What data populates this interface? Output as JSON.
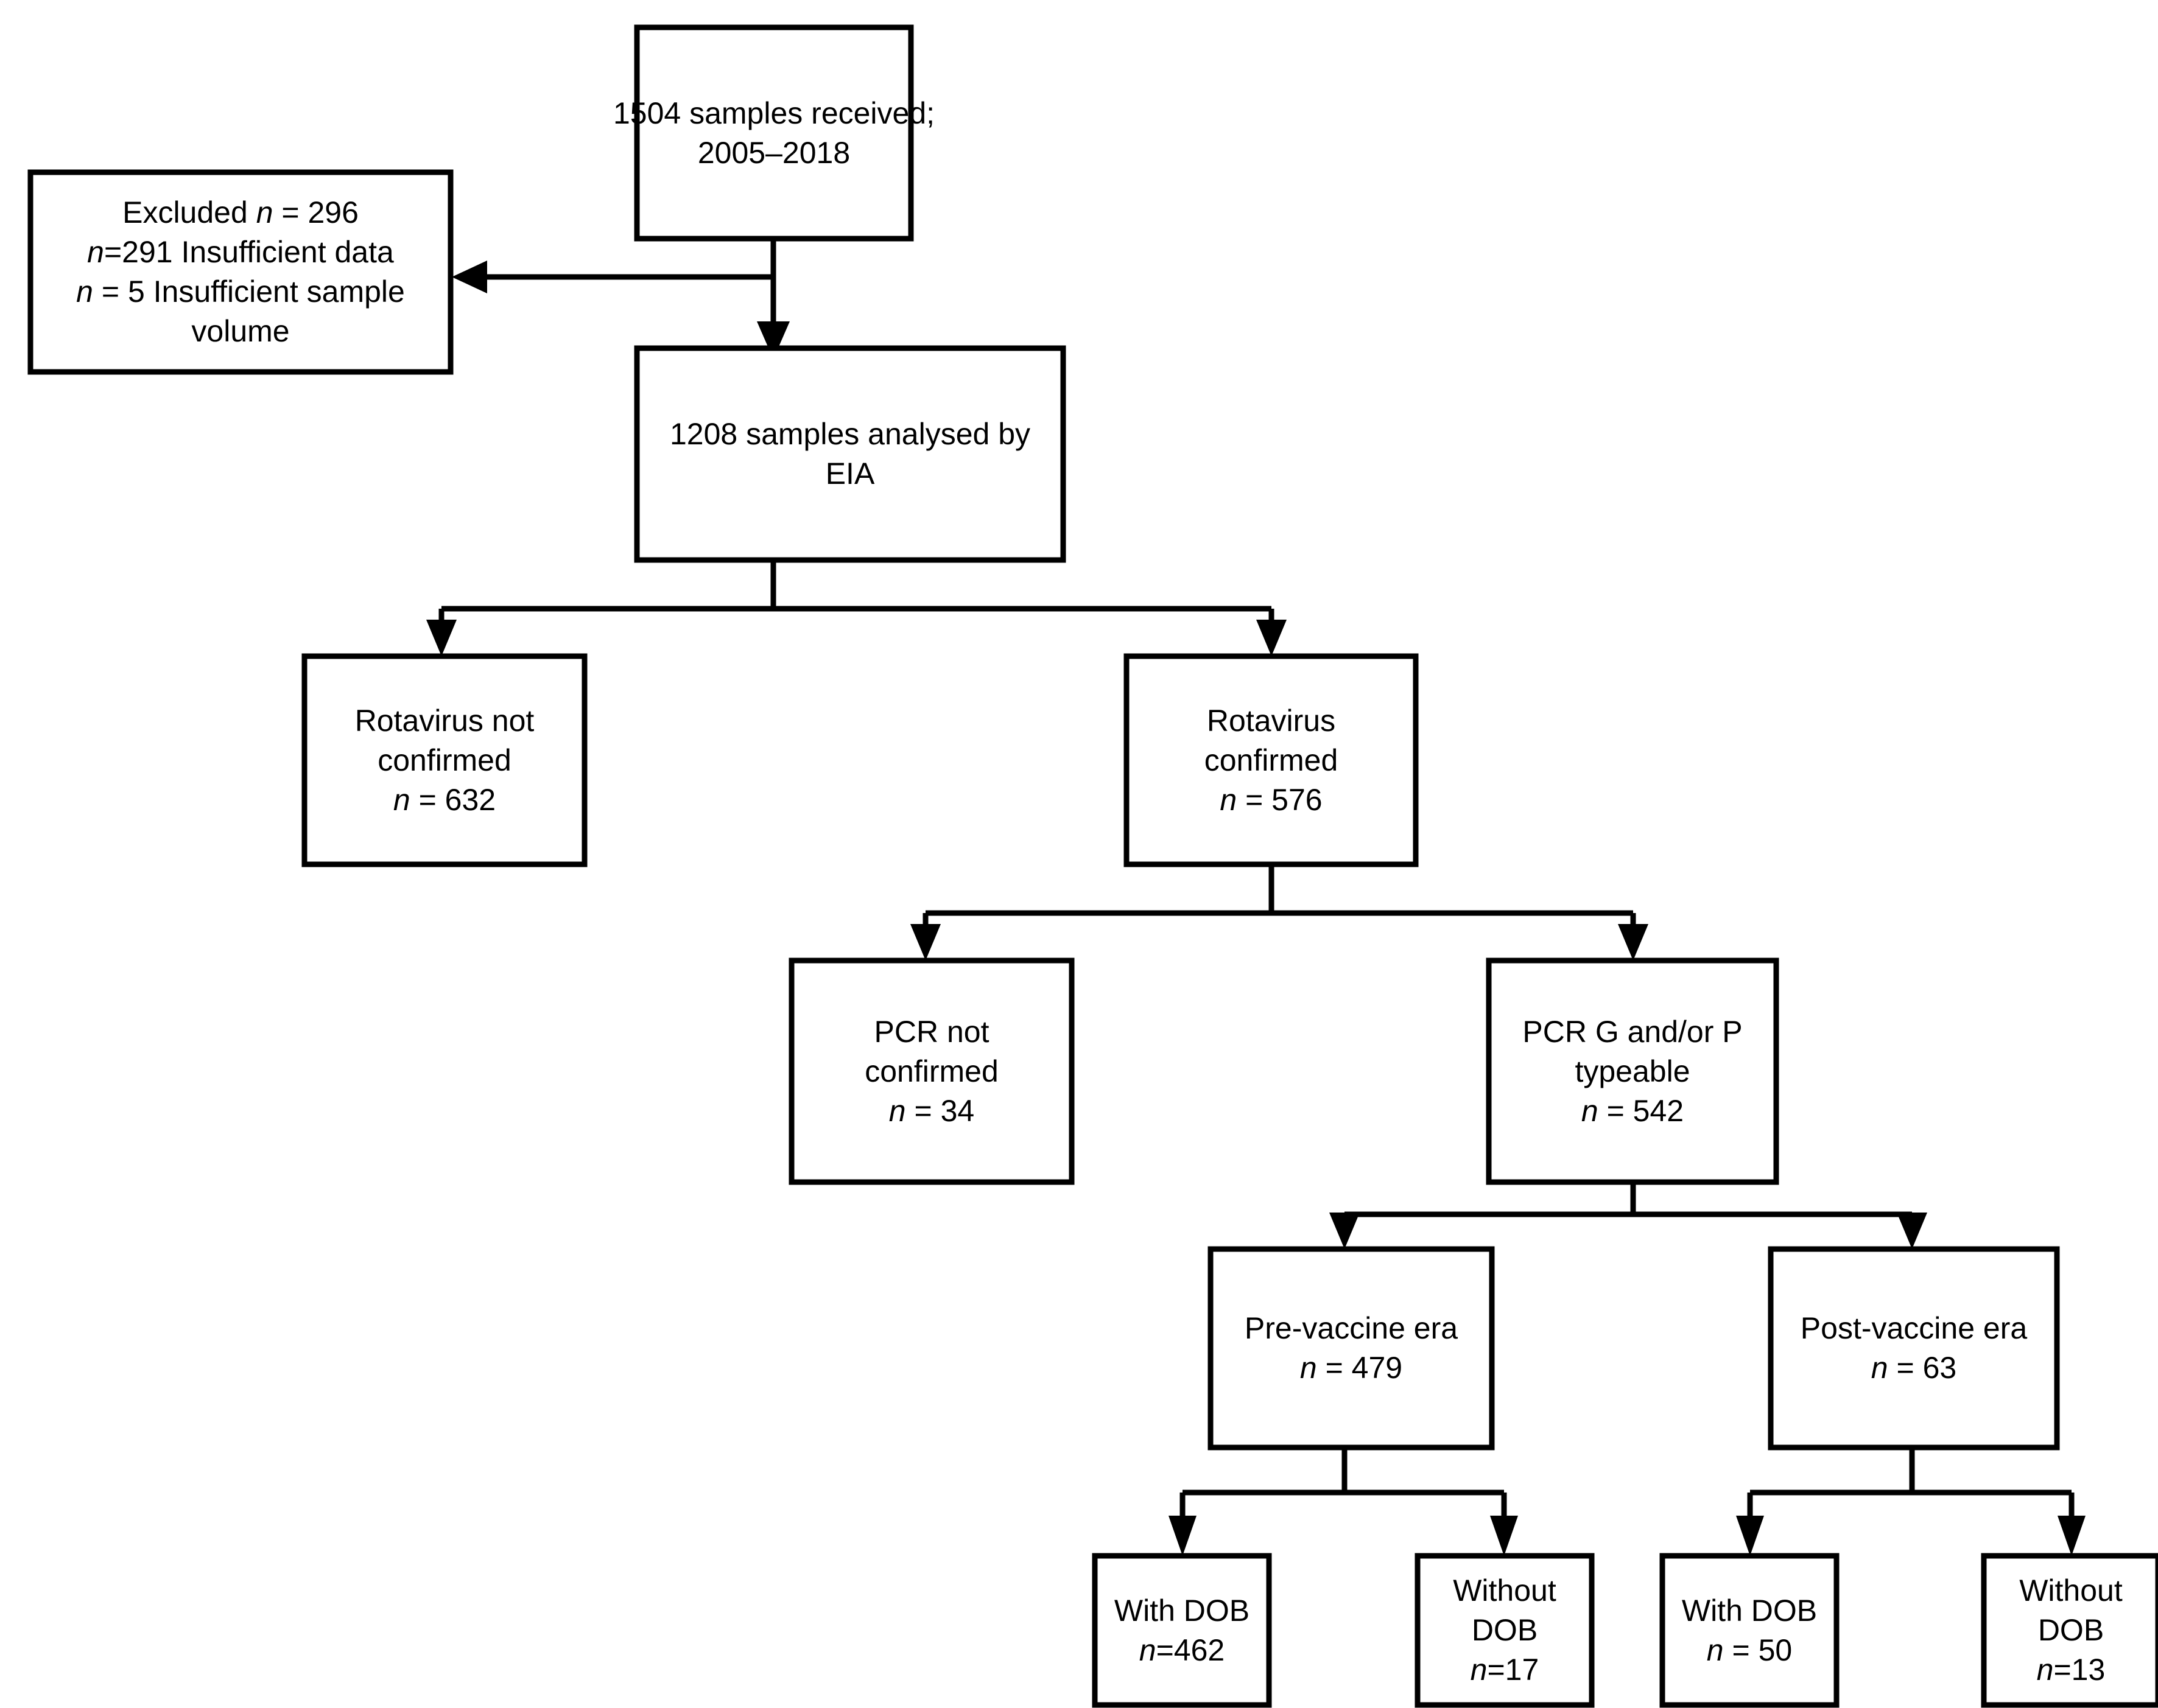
{
  "figure": {
    "type": "flowchart",
    "orientation": "top-down",
    "background_color": "#ffffff",
    "line_color": "#000000",
    "text_color": "#000000"
  },
  "nodes": {
    "samples_received": {
      "id": "samples-received",
      "lines": [
        "1504 samples received;",
        "2005–2018"
      ],
      "value": 1504,
      "period": "2005–2018"
    },
    "excluded": {
      "id": "excluded",
      "lines": [
        "Excluded n = 296",
        "n = 291 Insufficient data",
        "n = 5 Insufficient sample",
        "volume"
      ],
      "line1_prefix": "Excluded ",
      "line1_n": "n",
      "line1_value": " = 296",
      "line2_n": "n",
      "line2_value": "=291 Insufficient data",
      "line3_n": "n",
      "line3_value": " = 5 Insufficient sample",
      "line4": "volume",
      "total": 296,
      "reasons": [
        {
          "label": "Insufficient data",
          "n": 291
        },
        {
          "label": "Insufficient sample volume",
          "n": 5
        }
      ]
    },
    "analysed_eia": {
      "id": "analysed-by-eia",
      "lines": [
        "1208 samples analysed by",
        "EIA"
      ],
      "value": 1208,
      "assay": "EIA"
    },
    "rotavirus_not_confirmed": {
      "id": "rotavirus-not-confirmed",
      "line1": "Rotavirus not",
      "line2": "confirmed",
      "n_symbol": "n",
      "n_text": " = 632",
      "value": 632
    },
    "rotavirus_confirmed": {
      "id": "rotavirus-confirmed",
      "line1": "Rotavirus",
      "line2": "confirmed",
      "n_symbol": "n",
      "n_text": " = 576",
      "value": 576
    },
    "pcr_not_confirmed": {
      "id": "pcr-not-confirmed",
      "line1": "PCR not",
      "line2": "confirmed",
      "n_symbol": "n",
      "n_text": " = 34",
      "value": 34
    },
    "pcr_typeable": {
      "id": "pcr-g-and-or-p-typeable",
      "line1": "PCR G and/or P",
      "line2": "typeable",
      "n_symbol": "n",
      "n_text": " = 542",
      "value": 542
    },
    "pre_vaccine": {
      "id": "pre-vaccine-era",
      "line1": "Pre-vaccine era",
      "n_symbol": "n",
      "n_text": " = 479",
      "value": 479
    },
    "post_vaccine": {
      "id": "post-vaccine-era",
      "line1": "Post-vaccine era",
      "n_symbol": "n",
      "n_text": " = 63",
      "value": 63
    },
    "pre_with_dob": {
      "id": "pre-vaccine-with-dob",
      "line1": "With DOB",
      "n_symbol": "n",
      "n_text": "=462",
      "value": 462
    },
    "pre_without_dob": {
      "id": "pre-vaccine-without-dob",
      "line1": "Without",
      "line2": "DOB",
      "n_symbol": "n",
      "n_text": "=17",
      "value": 17
    },
    "post_with_dob": {
      "id": "post-vaccine-with-dob",
      "line1": "With DOB",
      "n_symbol": "n",
      "n_text": " = 50",
      "value": 50
    },
    "post_without_dob": {
      "id": "post-vaccine-without-dob",
      "line1": "Without",
      "line2": "DOB",
      "n_symbol": "n",
      "n_text": "=13",
      "value": 13
    }
  },
  "edges": [
    {
      "from": "samples_received",
      "to": "excluded",
      "direction": "left",
      "arrow": true
    },
    {
      "from": "samples_received",
      "to": "analysed_eia",
      "direction": "down",
      "arrow": true
    },
    {
      "from": "analysed_eia",
      "to": "rotavirus_not_confirmed",
      "direction": "down-left",
      "arrow": true
    },
    {
      "from": "analysed_eia",
      "to": "rotavirus_confirmed",
      "direction": "down-right",
      "arrow": true
    },
    {
      "from": "rotavirus_confirmed",
      "to": "pcr_not_confirmed",
      "direction": "down-left",
      "arrow": true
    },
    {
      "from": "rotavirus_confirmed",
      "to": "pcr_typeable",
      "direction": "down-right",
      "arrow": true
    },
    {
      "from": "pcr_typeable",
      "to": "pre_vaccine",
      "direction": "down-left",
      "arrow": true
    },
    {
      "from": "pcr_typeable",
      "to": "post_vaccine",
      "direction": "down-right",
      "arrow": true
    },
    {
      "from": "pre_vaccine",
      "to": "pre_with_dob",
      "direction": "down-left",
      "arrow": true
    },
    {
      "from": "pre_vaccine",
      "to": "pre_without_dob",
      "direction": "down-right",
      "arrow": true
    },
    {
      "from": "post_vaccine",
      "to": "post_with_dob",
      "direction": "down-left",
      "arrow": true
    },
    {
      "from": "post_vaccine",
      "to": "post_without_dob",
      "direction": "down-right",
      "arrow": true
    }
  ]
}
